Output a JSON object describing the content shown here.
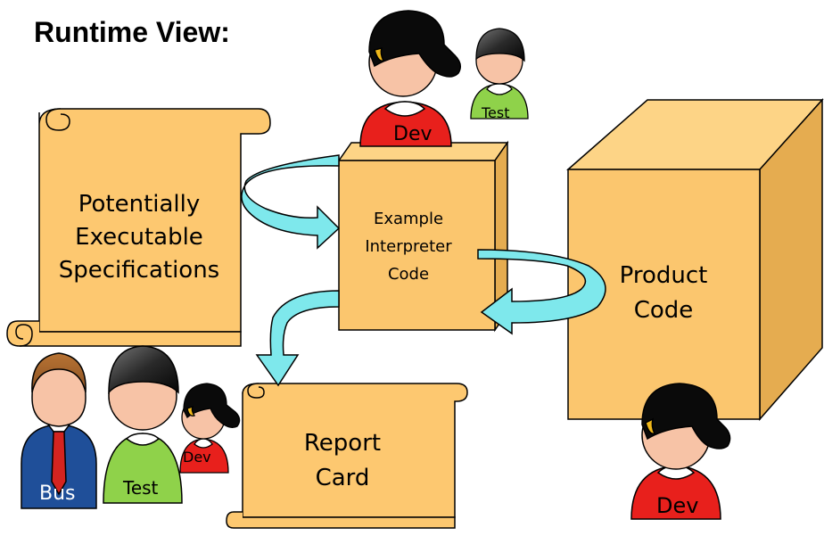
{
  "title": "Runtime View:",
  "nodes": {
    "specifications": {
      "lines": [
        "Potentially",
        "Executable",
        "Specifications"
      ]
    },
    "interpreter": {
      "lines": [
        "Example",
        "Interpreter",
        "Code"
      ]
    },
    "product": {
      "lines": [
        "Product",
        "Code"
      ]
    },
    "report": {
      "lines": [
        "Report",
        "Card"
      ]
    }
  },
  "people": {
    "top_dev": "Dev",
    "top_test": "Test",
    "bottom_bus": "Bus",
    "bottom_test": "Test",
    "bottom_dev": "Dev",
    "product_dev": "Dev"
  },
  "colors": {
    "document_fill": "#fdc870",
    "box_front": "#fbc66e",
    "box_top": "#fdd486",
    "box_side": "#e5ac50",
    "arrow": "#7ee8ec",
    "dev_shirt": "#e8201c",
    "test_shirt": "#8fd24a",
    "bus_suit": "#1f4f99",
    "skin": "#f7c3a6",
    "hair_dark": "#1a1a1a",
    "cap": "#0a0a0a"
  }
}
